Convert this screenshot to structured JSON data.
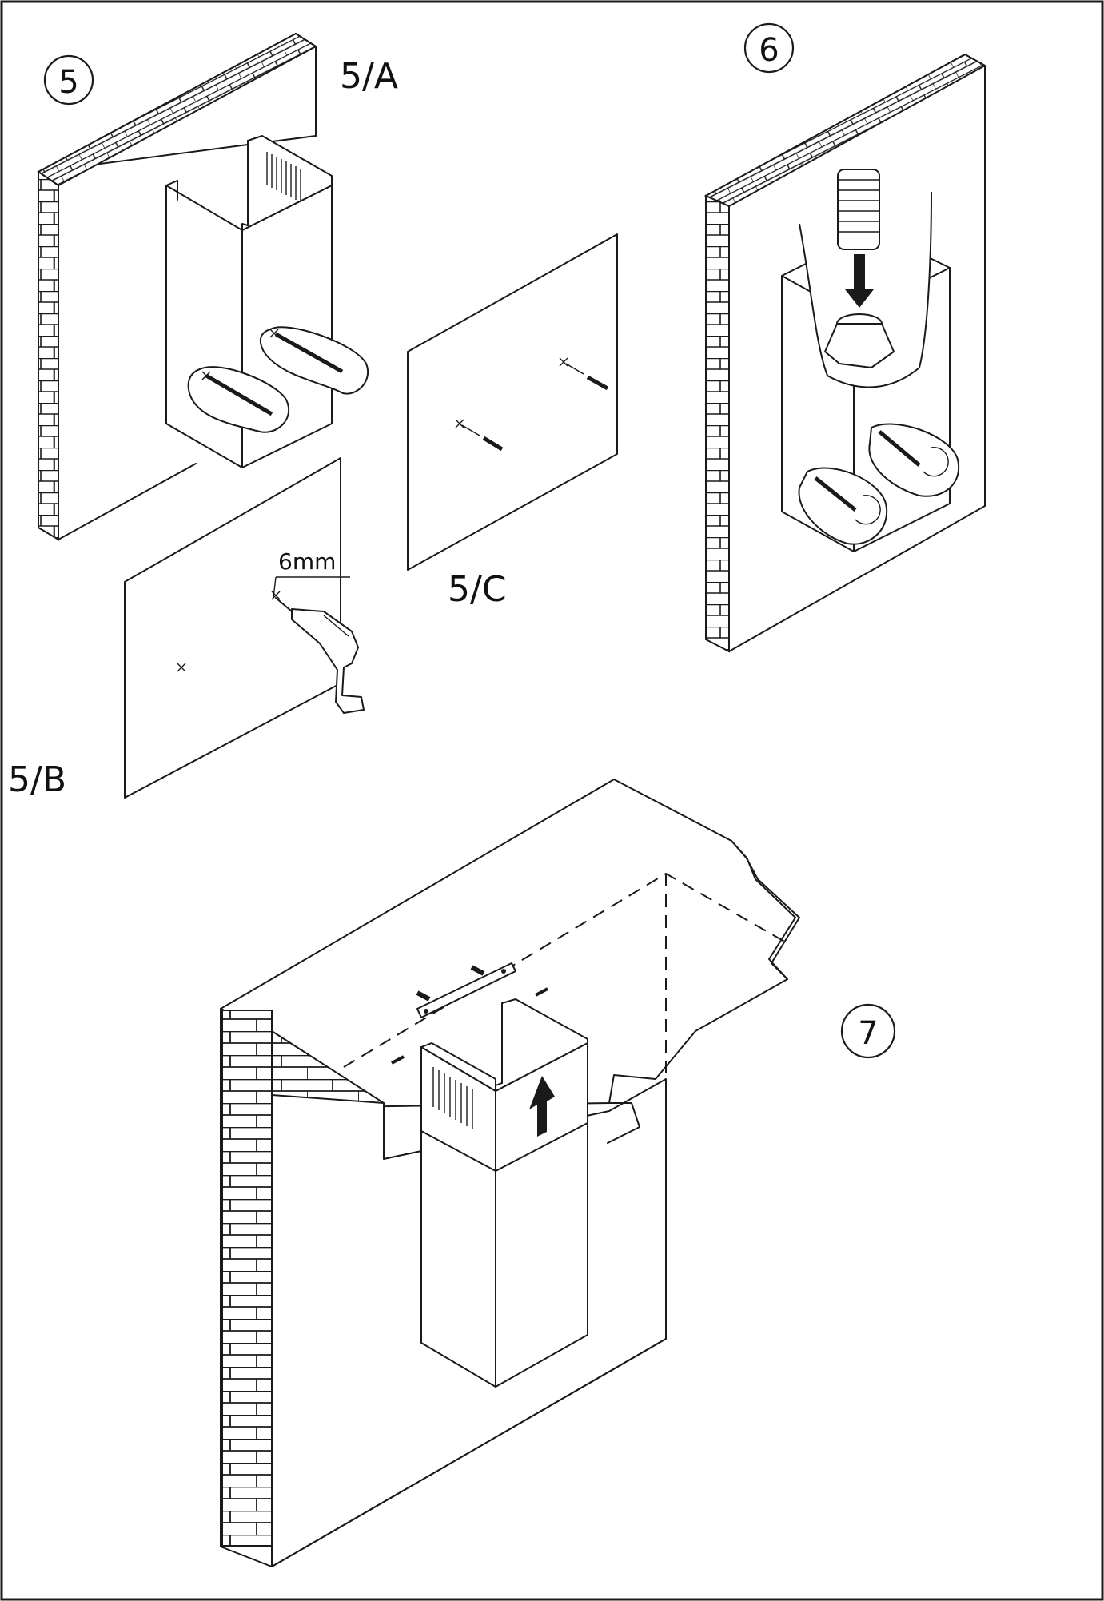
{
  "steps": {
    "step5": "5",
    "step5a": "5/A",
    "step5b": "5/B",
    "step5c": "5/C",
    "step6": "6",
    "step7": "7"
  },
  "dimensions": {
    "drill_bit": "6mm"
  }
}
